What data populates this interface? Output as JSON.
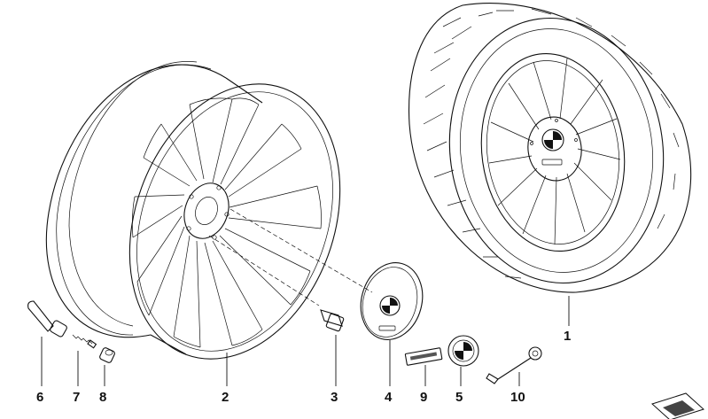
{
  "callouts": [
    {
      "id": "tire-wheel",
      "label": "1"
    },
    {
      "id": "rim",
      "label": "2"
    },
    {
      "id": "wheel-bolt",
      "label": "3"
    },
    {
      "id": "hub-cap",
      "label": "4"
    },
    {
      "id": "emblem",
      "label": "5"
    },
    {
      "id": "valve-cap",
      "label": "6"
    },
    {
      "id": "valve-insert",
      "label": "7"
    },
    {
      "id": "valve-nut",
      "label": "8"
    },
    {
      "id": "sticker-plate",
      "label": "9"
    },
    {
      "id": "hook-tool",
      "label": "10"
    }
  ],
  "colors": {
    "line": "#111111",
    "background": "#ffffff",
    "flag": "#444444"
  },
  "icons": [
    "bmw-roundel-icon",
    "corner-flag-icon"
  ]
}
